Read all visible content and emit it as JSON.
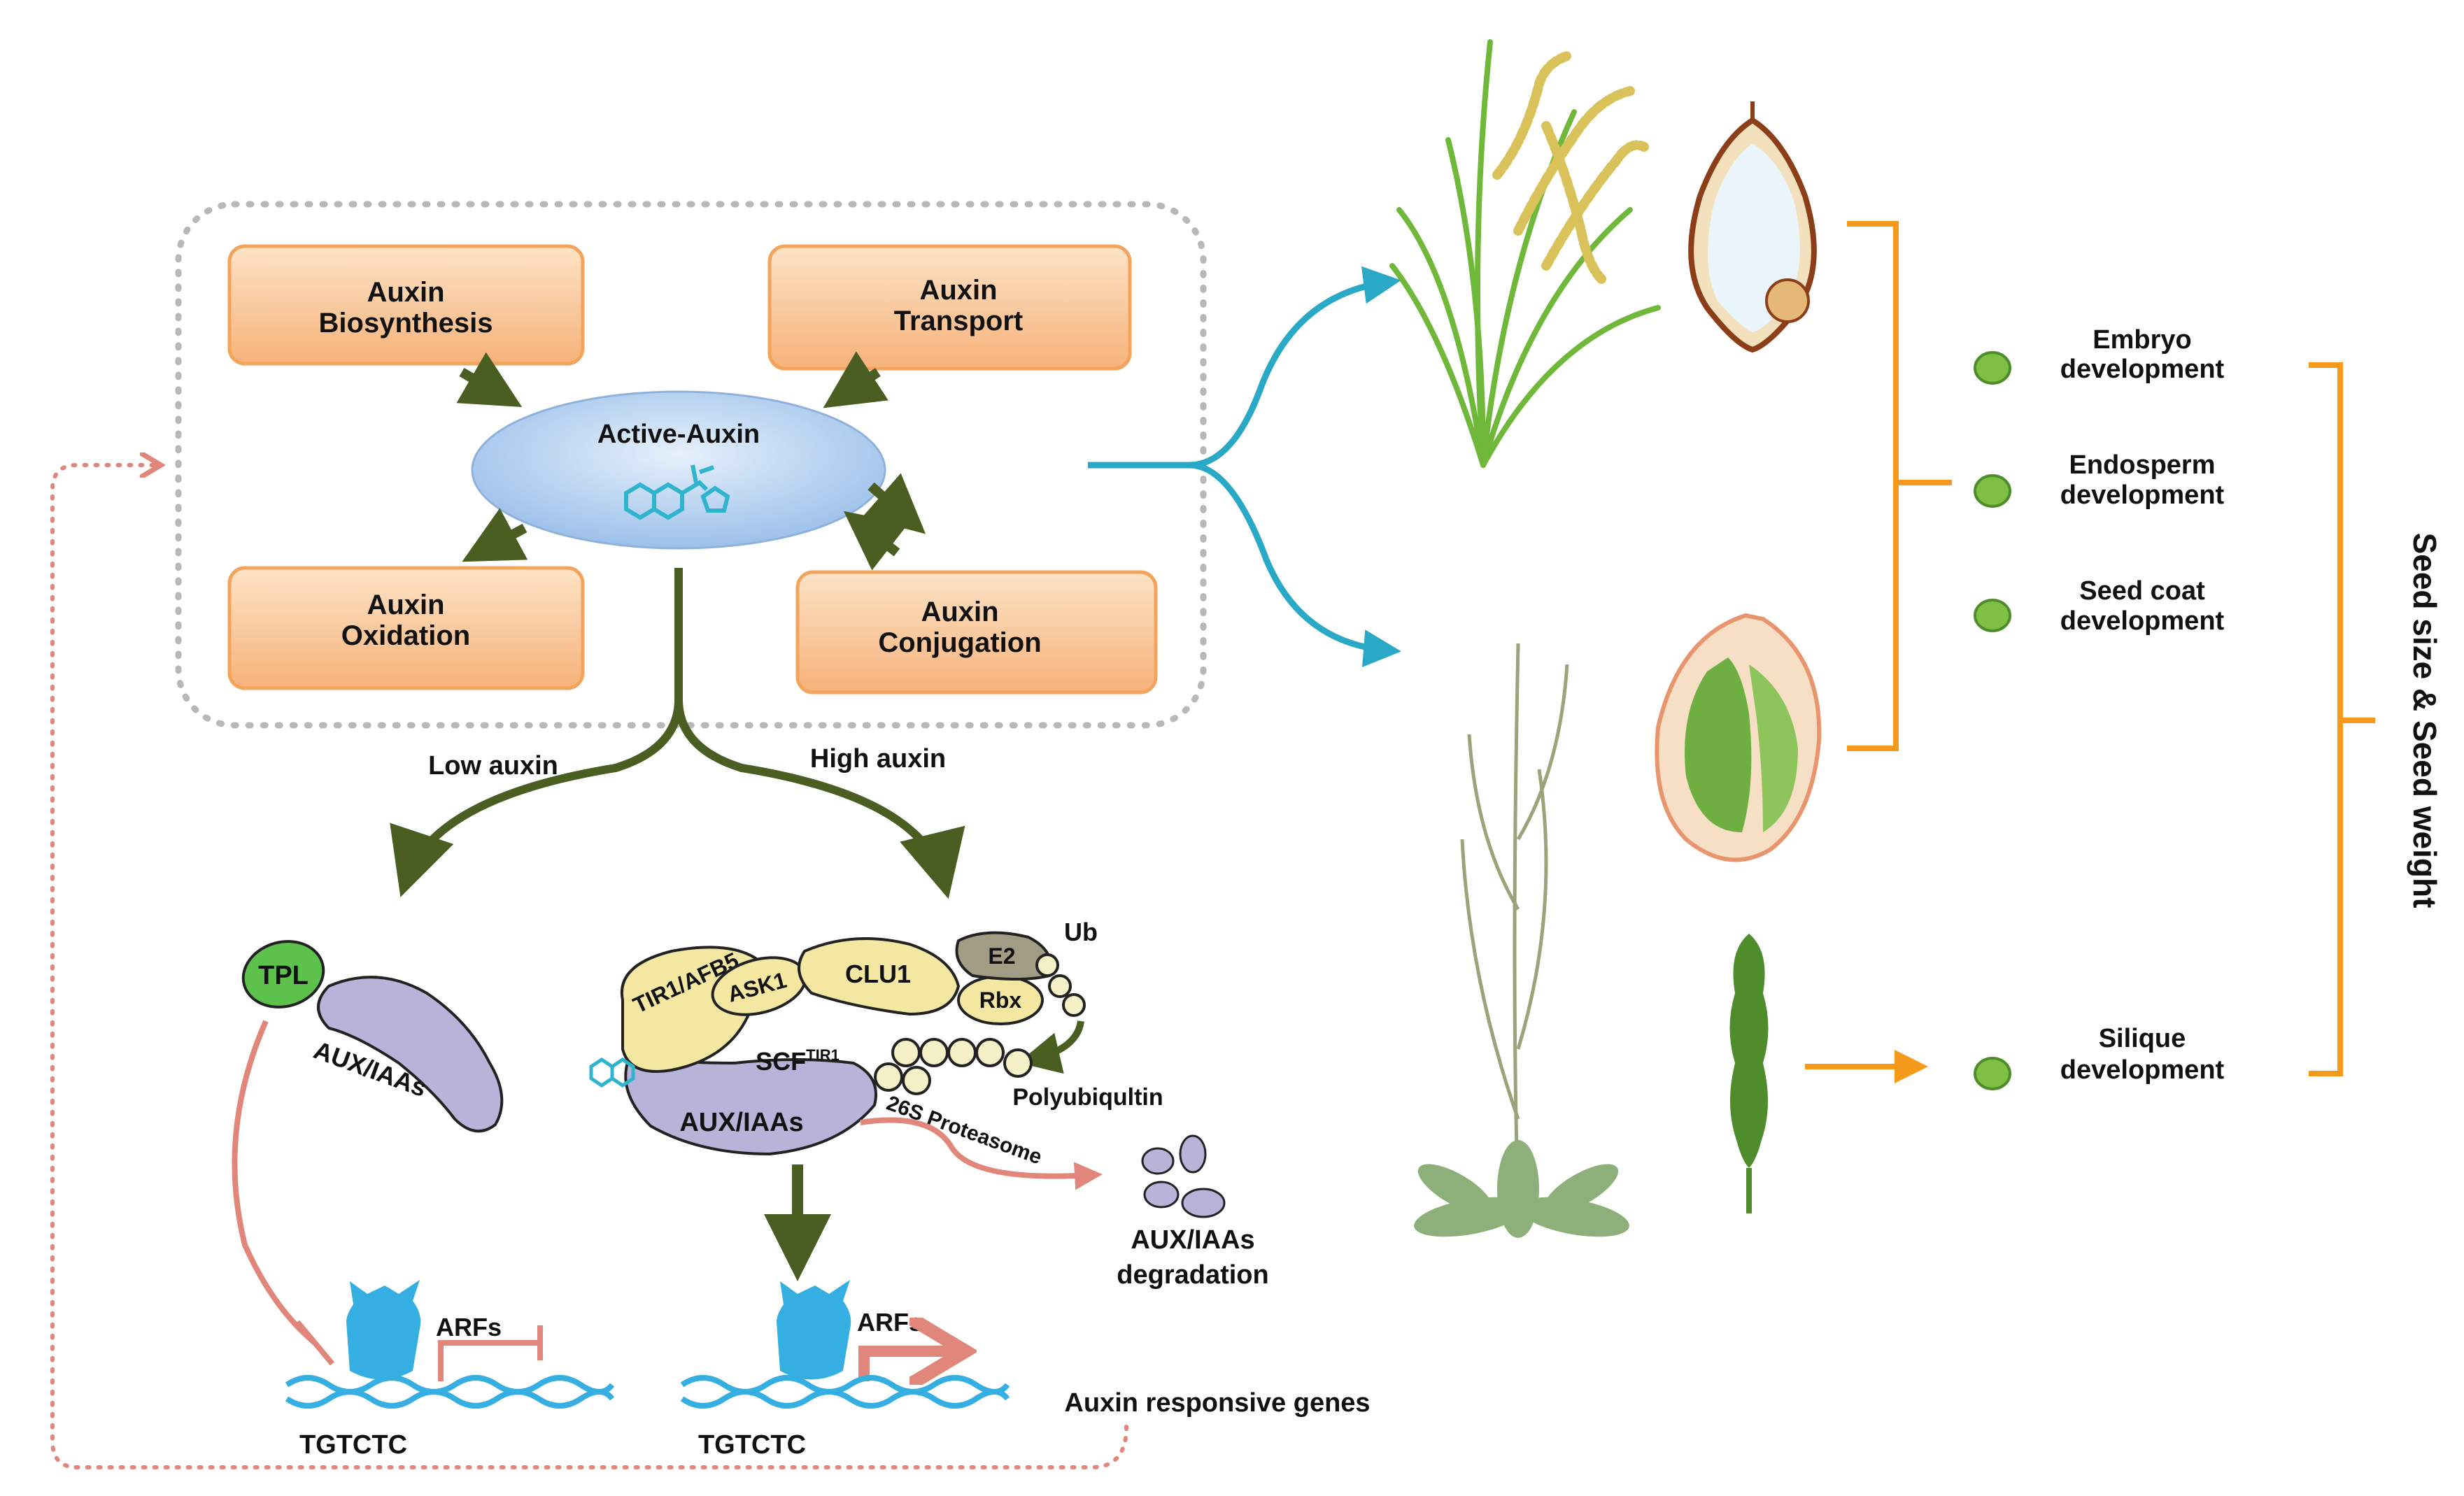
{
  "boxes": {
    "biosynthesis": [
      "Auxin",
      "Biosynthesis"
    ],
    "transport": [
      "Auxin",
      "Transport"
    ],
    "oxidation": [
      "Auxin",
      "Oxidation"
    ],
    "conjugation": [
      "Auxin",
      "Conjugation"
    ]
  },
  "active_auxin": "Active-Auxin",
  "branches": {
    "low": "Low auxin",
    "high": "High auxin"
  },
  "low_pathway": {
    "tpl": "TPL",
    "aux_iaa": "AUX/IAAs",
    "arfs": "ARFs",
    "motif": "TGTCTC"
  },
  "high_pathway": {
    "tir1": "TIR1/AFB5",
    "ask1": "ASK1",
    "clu1": "CLU1",
    "e2": "E2",
    "rbx": "Rbx",
    "ub": "Ub",
    "scf": "SCF",
    "scf_sup": "TIR1",
    "polyub": "Polyubiqultin",
    "aux_iaa": "AUX/IAAs",
    "proteasome": "26S Proteasome",
    "degradation": [
      "AUX/IAAs",
      "degradation"
    ],
    "arfs": "ARFs",
    "motif": "TGTCTC",
    "genes": "Auxin responsive genes"
  },
  "outcomes": [
    [
      "Embryo",
      "development"
    ],
    [
      "Endosperm",
      "development"
    ],
    [
      "Seed coat",
      "development"
    ],
    [
      "Silique",
      "development"
    ]
  ],
  "vertical_label": "Seed size & Seed weight",
  "colors": {
    "box_fill_top": "#fde3c6",
    "box_fill_bottom": "#f6b27a",
    "box_border": "#f2a45c",
    "ellipse_fill": "#c9dcf3",
    "dark_green_arrow": "#4a5e22",
    "teal_arrow": "#2aa9c6",
    "orange": "#f59a1b",
    "salmon": "#e0867a",
    "aux_iaa_purple": "#b8b3d8",
    "tpl_green": "#5cc24b",
    "yellow_protein": "#f3e7a2",
    "dna_blue": "#35aee2",
    "green_dot": "#7dc043"
  }
}
